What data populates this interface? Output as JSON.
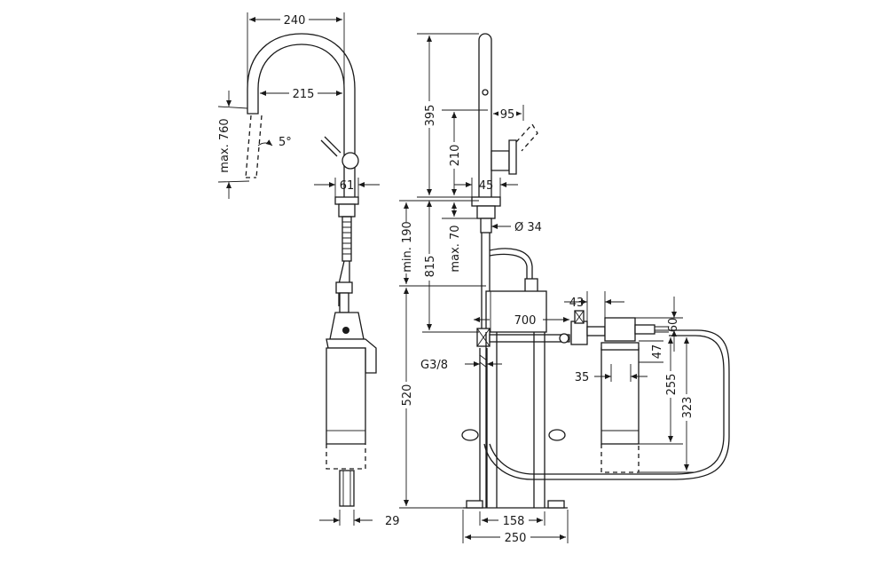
{
  "dimensions": {
    "d240": "240",
    "d215": "215",
    "max760": "max. 760",
    "angle5": "5°",
    "d61": "61",
    "d29": "29",
    "d395": "395",
    "d95": "95",
    "d210": "210",
    "d45": "45",
    "min190": "min. 190",
    "d815": "815",
    "max70": "max. 70",
    "dia34": "Ø 34",
    "d520": "520",
    "g38": "G3/8",
    "d700": "700",
    "d43": "43",
    "d60": "60",
    "d47": "47",
    "d35": "35",
    "d255": "255",
    "d323": "323",
    "d158": "158",
    "d250": "250"
  }
}
